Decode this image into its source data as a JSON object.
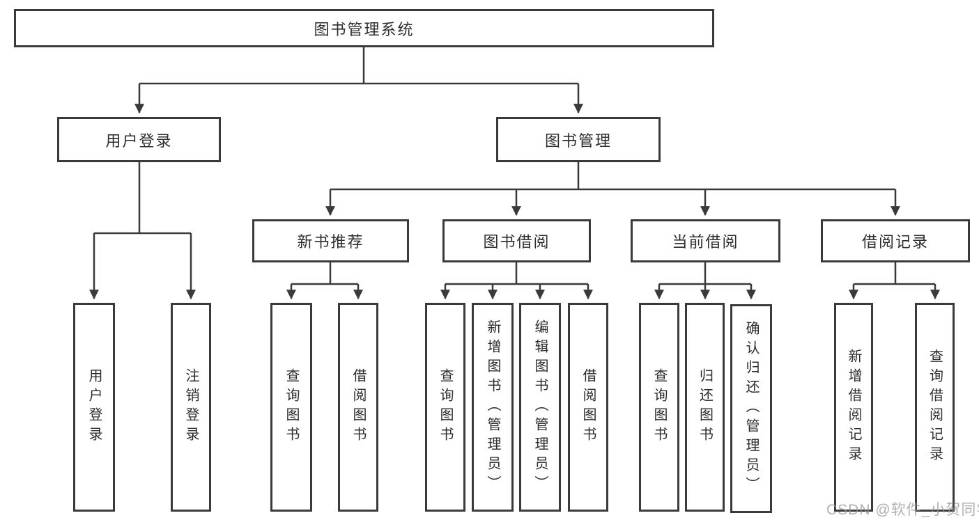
{
  "tree": {
    "label": "图书管理系统",
    "children": [
      {
        "label": "用户登录",
        "children": [
          {
            "label": "用户登录"
          },
          {
            "label": "注销登录"
          }
        ]
      },
      {
        "label": "图书管理",
        "children": [
          {
            "label": "新书推荐",
            "children": [
              {
                "label": "查询图书"
              },
              {
                "label": "借阅图书"
              }
            ]
          },
          {
            "label": "图书借阅",
            "children": [
              {
                "label": "查询图书"
              },
              {
                "label": "新增图书（管理员）"
              },
              {
                "label": "编辑图书（管理员）"
              },
              {
                "label": "借阅图书"
              }
            ]
          },
          {
            "label": "当前借阅",
            "children": [
              {
                "label": "查询图书"
              },
              {
                "label": "归还图书"
              },
              {
                "label": "确认归还（管理员）"
              }
            ]
          },
          {
            "label": "借阅记录",
            "children": [
              {
                "label": "新增借阅记录"
              },
              {
                "label": "查询借阅记录"
              }
            ]
          }
        ]
      }
    ]
  },
  "watermark": {
    "text": "CSDN @软件_小贺同学"
  },
  "colors": {
    "line": "#3a3a3a",
    "border": "#3a3a3a",
    "text": "#2d2d2d",
    "background": "#ffffff",
    "watermark": "#969696"
  }
}
